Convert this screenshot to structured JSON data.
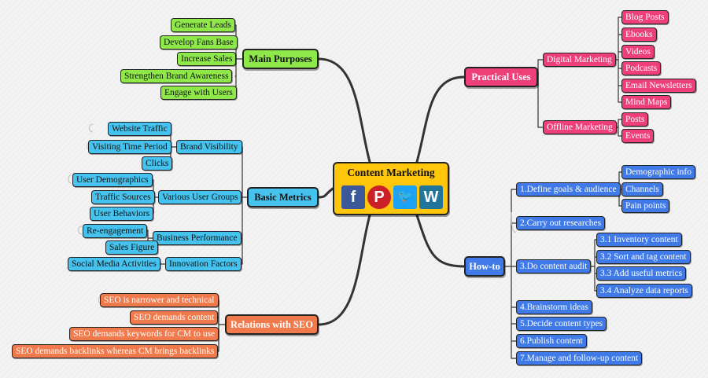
{
  "center": {
    "title": "Content Marketing",
    "icons": [
      "facebook-icon",
      "pinterest-icon",
      "twitter-icon",
      "wordpress-icon"
    ],
    "colors": {
      "facebook": "#3b5998",
      "pinterest": "#cb2027",
      "twitter": "#1da1f2",
      "wordpress": "#21759b"
    }
  },
  "main_purposes": {
    "title": "Main Purposes",
    "items": [
      "Generate Leads",
      "Develop Fans Base",
      "Increase Sales",
      "Strengthen Brand Awareness",
      "Engage with Users"
    ]
  },
  "basic_metrics": {
    "title": "Basic Metrics",
    "groups": [
      {
        "label": "Brand Visibility",
        "items": [
          "Website Traffic",
          "Visiting Time Period",
          "Clicks"
        ]
      },
      {
        "label": "Various User Groups",
        "items": [
          "User Demographics",
          "Traffic Sources",
          "User Behaviors"
        ]
      },
      {
        "label": "Business Performance",
        "items": [
          "Re-engagement",
          "Sales Figure"
        ]
      },
      {
        "label": "Innovation Factors",
        "items": [
          "Social Media Activities"
        ]
      }
    ]
  },
  "relations_seo": {
    "title": "Relations with SEO",
    "items": [
      "SEO is narrower and technical",
      "SEO demands content",
      "SEO demands keywords for CM to use",
      "SEO demands backlinks whereas CM brings backlinks"
    ]
  },
  "practical_uses": {
    "title": "Practical Uses",
    "groups": [
      {
        "label": "Digital Marketing",
        "items": [
          "Blog Posts",
          "Ebooks",
          "Videos",
          "Podcasts",
          "Email Newsletters",
          "Mind Maps"
        ]
      },
      {
        "label": "Offline Marketing",
        "items": [
          "Posts",
          "Events"
        ]
      }
    ]
  },
  "how_to": {
    "title": "How-to",
    "steps": [
      {
        "label": "1.Define goals & audience",
        "items": [
          "Demographic info",
          "Channels",
          "Pain points"
        ]
      },
      {
        "label": "2.Carry out researches",
        "items": []
      },
      {
        "label": "3.Do content audit",
        "items": [
          "3.1 Inventory content",
          "3.2 Sort and tag content",
          "3.3 Add useful metrics",
          "3.4 Analyze data reports"
        ]
      },
      {
        "label": "4.Brainstorm ideas",
        "items": []
      },
      {
        "label": "5.Decide content types",
        "items": []
      },
      {
        "label": "6.Publish content",
        "items": []
      },
      {
        "label": "7.Manage and follow-up content",
        "items": []
      }
    ]
  },
  "colors": {
    "green": "#8ee84a",
    "cyan": "#45c3ee",
    "orange": "#f07a4c",
    "pink": "#ee3f79",
    "blue": "#3f7ae8",
    "center": "#ffc60c"
  }
}
